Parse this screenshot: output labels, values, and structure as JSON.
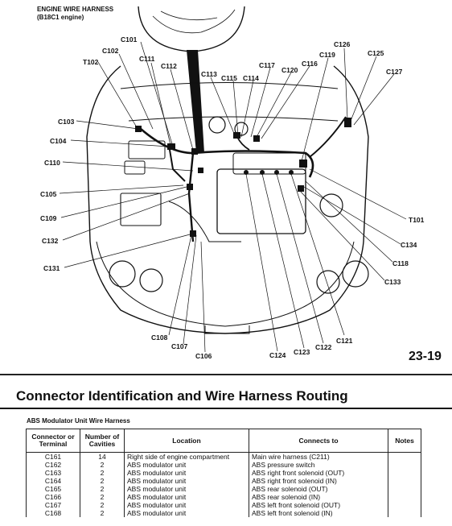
{
  "diagram": {
    "harness_title_line1": "ENGINE WIRE HARNESS",
    "harness_title_line2": "(B18C1 engine)",
    "callouts": {
      "C101": "C101",
      "C102": "C102",
      "T102": "T102",
      "C111": "C111",
      "C112": "C112",
      "C113": "C113",
      "C115": "C115",
      "C114": "C114",
      "C117": "C117",
      "C120": "C120",
      "C116": "C116",
      "C119": "C119",
      "C126": "C126",
      "C125": "C125",
      "C127": "C127",
      "C103": "C103",
      "C104": "C104",
      "C110": "C110",
      "C105": "C105",
      "C109": "C109",
      "C132": "C132",
      "C131": "C131",
      "T101": "T101",
      "C134": "C134",
      "C118": "C118",
      "C133": "C133",
      "C108": "C108",
      "C107": "C107",
      "C106": "C106",
      "C124": "C124",
      "C123": "C123",
      "C122": "C122",
      "C121": "C121"
    },
    "page_number": "23-19"
  },
  "section_title": "Connector Identification and Wire Harness Routing",
  "table": {
    "title": "ABS Modulator Unit Wire Harness",
    "headers": {
      "connector": "Connector or Terminal",
      "cavities": "Number of Cavities",
      "location": "Location",
      "connects_to": "Connects to",
      "notes": "Notes"
    },
    "rows": [
      {
        "connector": "C161",
        "cavities": "14",
        "location": "Right side of engine compartment",
        "connects_to": "Main wire harness (C211)"
      },
      {
        "connector": "C162",
        "cavities": "2",
        "location": "ABS modulator unit",
        "connects_to": "ABS pressure switch"
      },
      {
        "connector": "C163",
        "cavities": "2",
        "location": "ABS modulator unit",
        "connects_to": "ABS right front solenoid (OUT)"
      },
      {
        "connector": "C164",
        "cavities": "2",
        "location": "ABS modulator unit",
        "connects_to": "ABS right front solenoid (IN)"
      },
      {
        "connector": "C165",
        "cavities": "2",
        "location": "ABS modulator unit",
        "connects_to": "ABS rear solenoid (OUT)"
      },
      {
        "connector": "C166",
        "cavities": "2",
        "location": "ABS modulator unit",
        "connects_to": "ABS rear solenoid (IN)"
      },
      {
        "connector": "C167",
        "cavities": "2",
        "location": "ABS modulator unit",
        "connects_to": "ABS left front solenoid (OUT)"
      },
      {
        "connector": "C168",
        "cavities": "2",
        "location": "ABS modulator unit",
        "connects_to": "ABS left front solenoid (IN)"
      }
    ]
  }
}
